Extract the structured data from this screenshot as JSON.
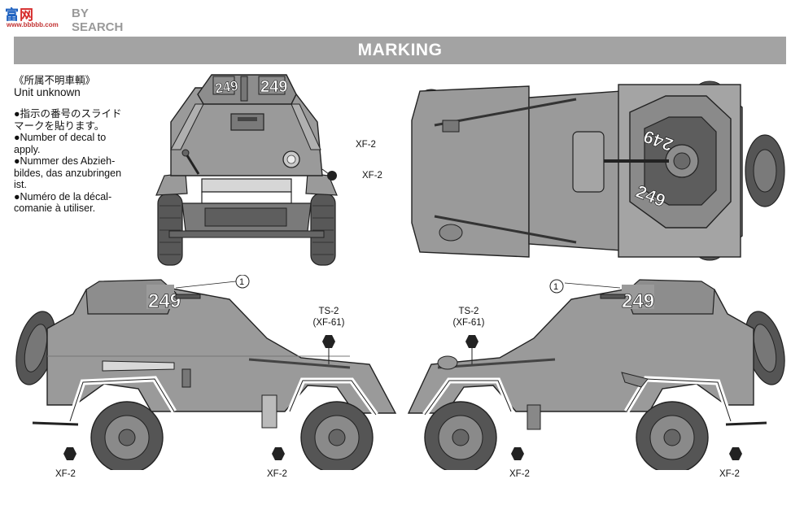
{
  "watermark": {
    "logo_part1": "富",
    "logo_part2": "网",
    "search": "BY SEARCH",
    "url": "www.bbbbb.com"
  },
  "header": {
    "title": "MARKING"
  },
  "legend": {
    "jp_title": "《所属不明車輌》",
    "unit": "Unit unknown",
    "lines": [
      "●指示の番号のスライド",
      "マークを貼ります。",
      "●Number of decal to",
      "apply.",
      "●Nummer des Abzieh-",
      "bildes, das anzubringen",
      "ist.",
      "●Numéro de la décal-",
      "comanie à utiliser."
    ]
  },
  "callouts": {
    "front_xf2": "XF-2",
    "top_xf2": "XF-2",
    "left_xf2_a": "XF-2",
    "left_xf2_b": "XF-2",
    "right_xf2_a": "XF-2",
    "right_xf2_b": "XF-2",
    "left_ts2": "TS-2",
    "left_xf61": "(XF-61)",
    "right_ts2": "TS-2",
    "right_xf61": "(XF-61)",
    "left_decal": "1",
    "right_decal": "1"
  },
  "decals": {
    "number": "249"
  },
  "colors": {
    "body": "#9a9a9a",
    "body_light": "#b5b5b5",
    "body_dark": "#777777",
    "tire": "#555555",
    "banner": "#a3a3a3"
  }
}
